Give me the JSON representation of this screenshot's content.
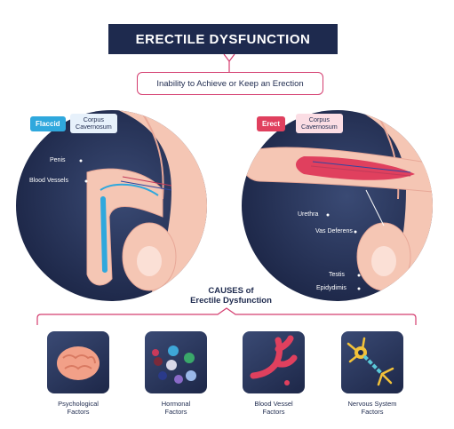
{
  "header": {
    "title": "ERECTILE DYSFUNCTION",
    "subtitle": "Inability to Achieve or Keep an Erection"
  },
  "flaccid": {
    "tag": "Flaccid",
    "term": "Corpus\nCavernosum",
    "labels": {
      "penis": "Penis",
      "vessels": "Blood Vessels"
    }
  },
  "erect": {
    "tag": "Erect",
    "term": "Corpus\nCavernosum",
    "labels": {
      "urethra": "Urethra",
      "vas": "Vas Deferens",
      "testis": "Testis",
      "epididymis": "Epidydimis"
    }
  },
  "causes": {
    "title_line1": "CAUSES of",
    "title_line2": "Erectile Dysfunction",
    "items": [
      {
        "label_line1": "Psychological",
        "label_line2": "Factors",
        "icon": "brain-icon"
      },
      {
        "label_line1": "Hormonal",
        "label_line2": "Factors",
        "icon": "hormones-icon"
      },
      {
        "label_line1": "Blood Vessel",
        "label_line2": "Factors",
        "icon": "blood-vessel-icon"
      },
      {
        "label_line1": "Nervous System",
        "label_line2": "Factors",
        "icon": "neuron-icon"
      }
    ]
  },
  "colors": {
    "navy": "#1e2a4e",
    "accent_pink": "#d43d6f",
    "flaccid_blue": "#2fa8dd",
    "erect_red": "#e0405e",
    "skin": "#f5c6b4"
  }
}
